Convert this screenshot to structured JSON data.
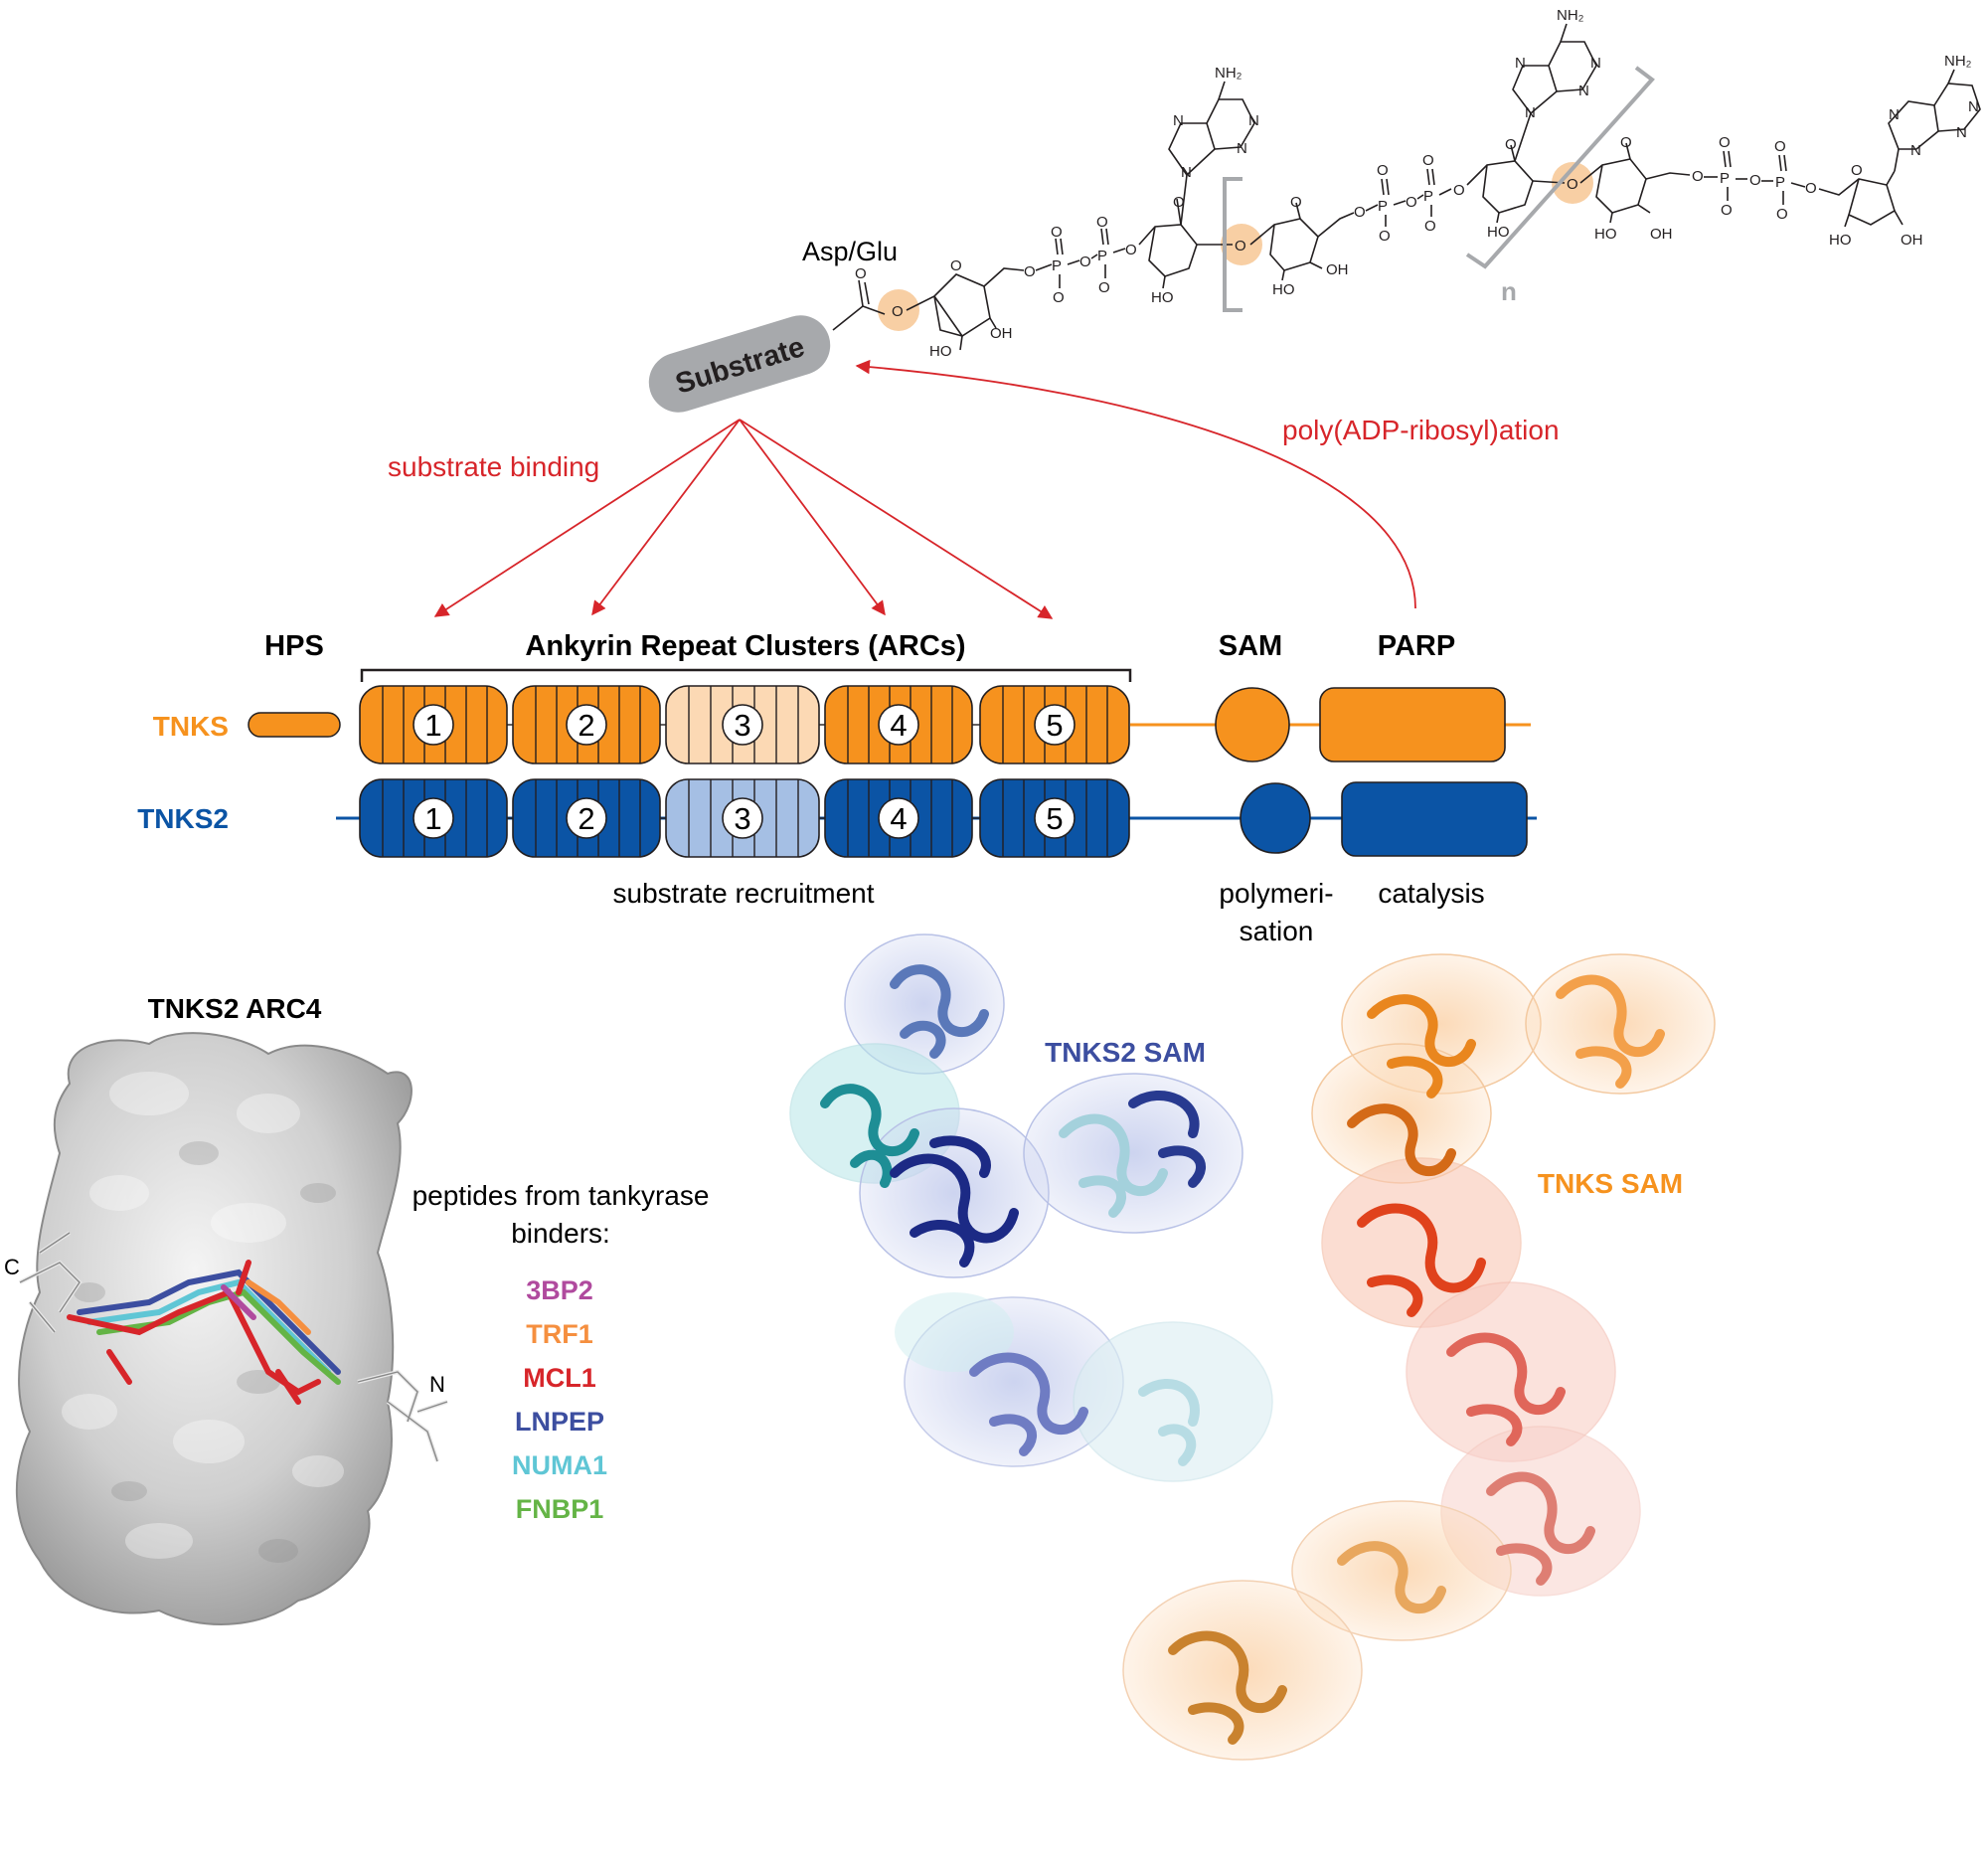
{
  "colors": {
    "tnks": "#f6921e",
    "tnks_light": "#fcd9b4",
    "tnks2": "#0b54a5",
    "tnks2_light": "#a5bfe4",
    "arrow": "#d7252a",
    "substrate_pill": "#a7a9ac",
    "highlight": "#f8cfa4",
    "bracket_gray": "#a7a9ac",
    "pep_3bp2": "#b04a9e",
    "pep_trf1": "#f58f3f",
    "pep_mcl1": "#d7252a",
    "pep_lnpep": "#3c4ea0",
    "pep_numa1": "#5fc6d5",
    "pep_fnbp1": "#64b446"
  },
  "chemistry": {
    "attachment_label": "Asp/Glu",
    "repeat_label": "n",
    "amine_label": "NH₂",
    "hydroxyl_label": "OH",
    "hydroxyl_left_label": "HO",
    "oxygen_label": "O",
    "phosphorus_label": "P",
    "nitrogen_label": "N"
  },
  "substrate": {
    "label": "Substrate"
  },
  "arrows": {
    "binding_label": "substrate binding",
    "parylation_label": "poly(ADP-ribosyl)ation"
  },
  "domains": {
    "hps": "HPS",
    "arcs": "Ankyrin Repeat Clusters (ARCs)",
    "sam": "SAM",
    "parp": "PARP",
    "arc_numbers": [
      "1",
      "2",
      "3",
      "4",
      "5"
    ]
  },
  "proteins": {
    "tnks": "TNKS",
    "tnks2": "TNKS2"
  },
  "functions": {
    "recruitment": "substrate recruitment",
    "polymerisation_line1": "polymeri-",
    "polymerisation_line2": "sation",
    "catalysis": "catalysis"
  },
  "arc4_panel": {
    "title": "TNKS2 ARC4",
    "c_terminus": "C",
    "n_terminus": "N",
    "peptides_title_line1": "peptides from tankyrase",
    "peptides_title_line2": "binders:",
    "peptides": [
      "3BP2",
      "TRF1",
      "MCL1",
      "LNPEP",
      "NUMA1",
      "FNBP1"
    ]
  },
  "sam_panel": {
    "tnks2_label": "TNKS2 SAM",
    "tnks_label": "TNKS SAM"
  }
}
